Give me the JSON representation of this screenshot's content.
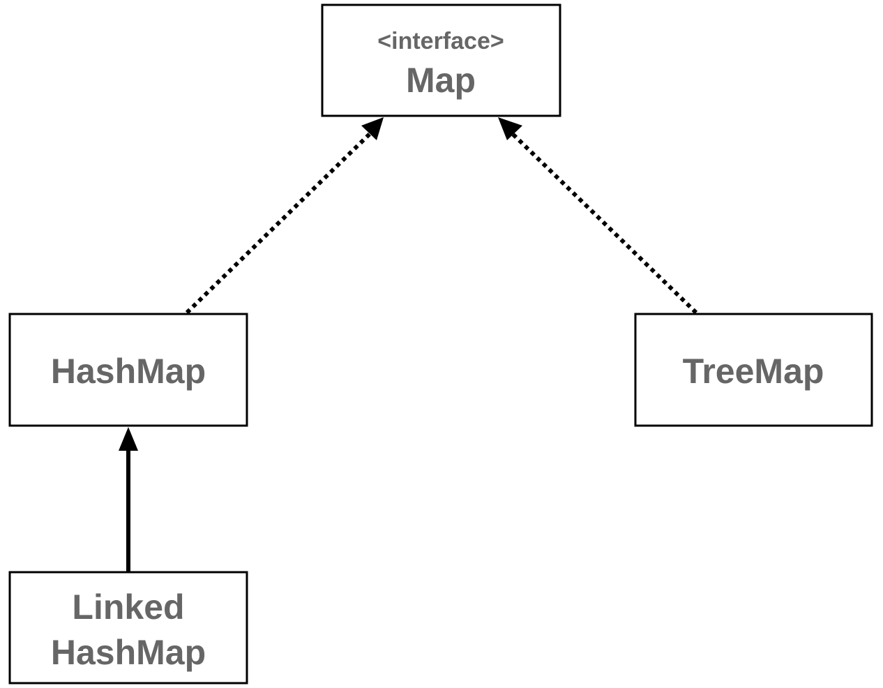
{
  "diagram": {
    "nodes": {
      "map": {
        "stereotype": "<interface>",
        "name": "Map"
      },
      "hashmap": {
        "name": "HashMap"
      },
      "treemap": {
        "name": "TreeMap"
      },
      "linked_hashmap": {
        "line1": "Linked",
        "line2": "HashMap"
      }
    },
    "edges": [
      {
        "from": "HashMap",
        "to": "Map",
        "style": "dotted"
      },
      {
        "from": "TreeMap",
        "to": "Map",
        "style": "dotted"
      },
      {
        "from": "LinkedHashMap",
        "to": "HashMap",
        "style": "solid"
      }
    ],
    "colors": {
      "text": "#666666",
      "stroke": "#000000",
      "background": "#ffffff"
    }
  }
}
